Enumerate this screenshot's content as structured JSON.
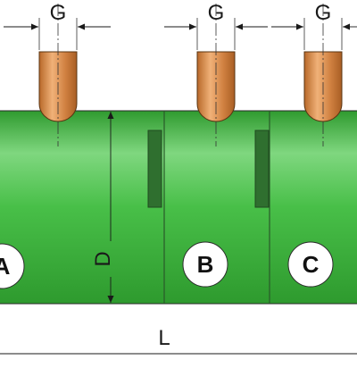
{
  "dimensions": {
    "g_label": "G",
    "d_label": "D",
    "l_label": "L"
  },
  "sections": [
    {
      "label": "A"
    },
    {
      "label": "B"
    },
    {
      "label": "C"
    }
  ],
  "colors": {
    "body_green": "#3fb63f",
    "window_dark": "#2f6f2f",
    "port_orange": "#c8782f",
    "outline": "#2a2a2a"
  }
}
